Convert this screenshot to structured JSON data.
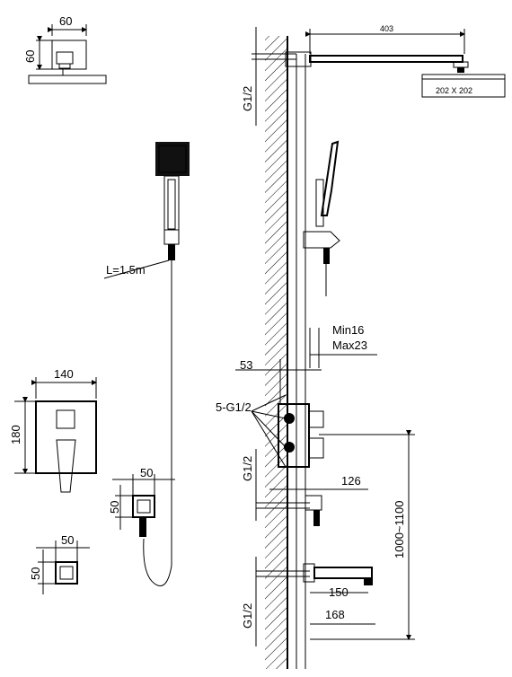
{
  "labels": {
    "top_w": "60",
    "top_h": "60",
    "arm_len": "403",
    "head_size": "202 X 202",
    "g_top": "G1/2",
    "hose": "L=1.5m",
    "min": "Min16",
    "max": "Max23",
    "d53": "53",
    "ports": "5-G1/2",
    "m_w": "140",
    "m_h": "180",
    "g_mid": "G1/2",
    "d126": "126",
    "h_w": "50",
    "h_h": "50",
    "height": "1000~1100",
    "b_w": "50",
    "b_h": "50",
    "d150": "150",
    "g_bot": "G1/2",
    "d168": "168"
  }
}
